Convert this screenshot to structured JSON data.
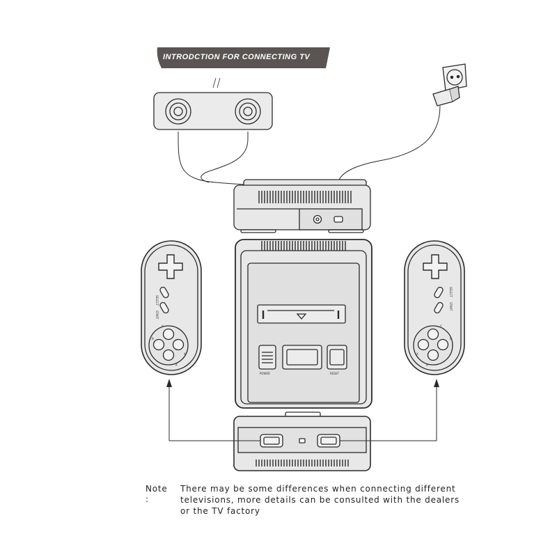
{
  "banner": {
    "title": "INTRODCTION FOR CONNECTING TV",
    "background": "#5a5552"
  },
  "note": {
    "label": "Note :",
    "lines": [
      "There may be some differences when connecting different",
      "televisions, more details can be consulted with the dealers",
      "or the TV factory"
    ]
  },
  "console_buttons": {
    "left": "POWER",
    "right": "RESET"
  },
  "controller_buttons": {
    "select": "SELECT",
    "start": "START",
    "a": "A",
    "b": "B",
    "x": "X",
    "y": "Y"
  },
  "colors": {
    "stroke": "#2a2a2a",
    "body_fill": "#e8e8e8",
    "inner_fill": "#dcdcdc"
  }
}
